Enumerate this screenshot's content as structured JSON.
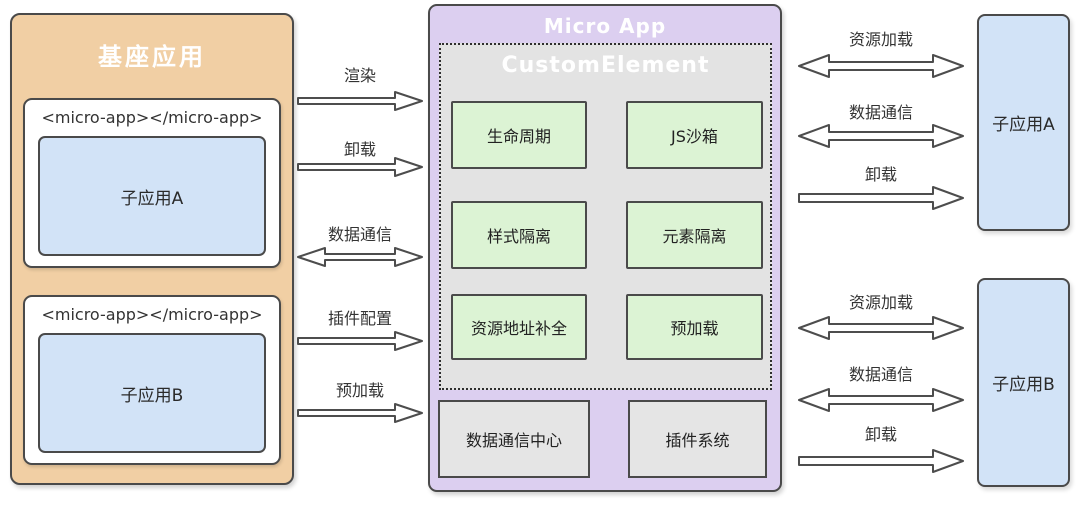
{
  "base_app": {
    "title": "基座应用",
    "hosts": [
      {
        "tag": "<micro-app></micro-app>",
        "app": "子应用A"
      },
      {
        "tag": "<micro-app></micro-app>",
        "app": "子应用B"
      }
    ]
  },
  "left_arrows": [
    {
      "label": "渲染",
      "direction": "right"
    },
    {
      "label": "卸载",
      "direction": "right"
    },
    {
      "label": "数据通信",
      "direction": "both"
    },
    {
      "label": "插件配置",
      "direction": "right"
    },
    {
      "label": "预加载",
      "direction": "right"
    }
  ],
  "micro_app": {
    "title": "Micro App",
    "custom_element": {
      "title": "CustomElement",
      "features": [
        "生命周期",
        "JS沙箱",
        "样式隔离",
        "元素隔离",
        "资源地址补全",
        "预加载"
      ]
    },
    "services": [
      "数据通信中心",
      "插件系统"
    ]
  },
  "right_side": {
    "groups": [
      {
        "app": "子应用A",
        "arrows": [
          {
            "label": "资源加载",
            "direction": "both"
          },
          {
            "label": "数据通信",
            "direction": "both"
          },
          {
            "label": "卸载",
            "direction": "right"
          }
        ]
      },
      {
        "app": "子应用B",
        "arrows": [
          {
            "label": "资源加载",
            "direction": "both"
          },
          {
            "label": "数据通信",
            "direction": "both"
          },
          {
            "label": "卸载",
            "direction": "right"
          }
        ]
      }
    ]
  },
  "colors": {
    "base_app_bg": "#F1CFA4",
    "micro_app_bg": "#DCCFF0",
    "custom_element_bg": "#E3E3E3",
    "feature_bg": "#DCF3D4",
    "sub_app_bg": "#D2E3F7",
    "service_bg": "#E5E5E5",
    "border": "#4A4A4A"
  }
}
